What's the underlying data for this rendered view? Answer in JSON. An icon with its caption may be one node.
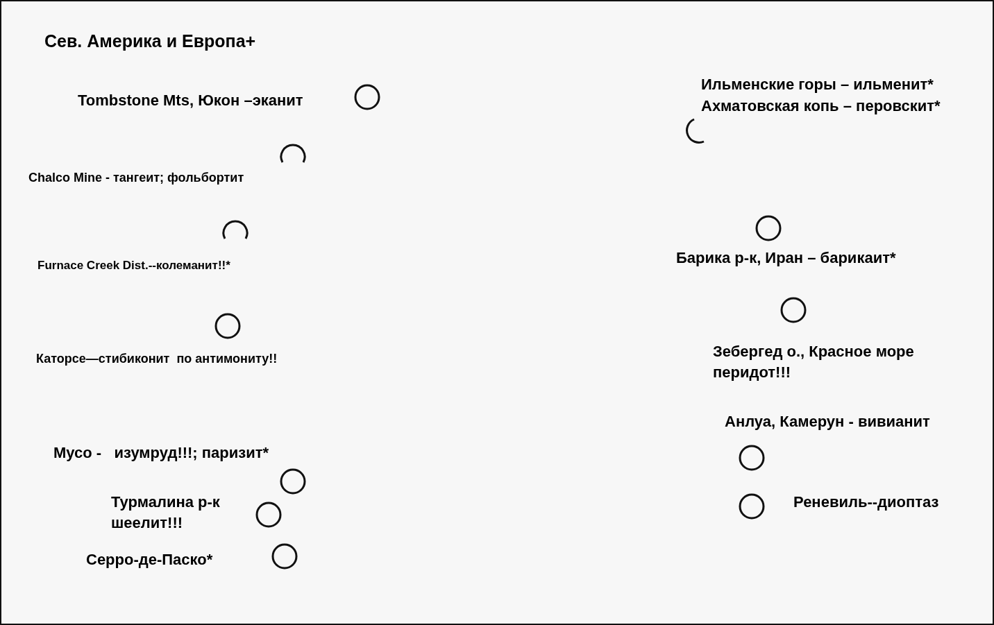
{
  "diagram": {
    "title": "Сев. Америка и Европа+",
    "labels": [
      "Tombstone Mts, Юкон –эканит",
      "Ильменские горы – ильменит*",
      "Ахматовская копь – перовскит*",
      "Chalco Mine - тангеит; фольбортит",
      "Furnace Creek Dist.--колеманит!!*",
      "Барика р-к, Иран – барикаит*",
      "Каторсе—стибиконит  по антимониту!!",
      "Зебергед о., Красное море перидот!!!",
      "Анлуа, Камерун - вивианит",
      "Мусо -   изумруд!!!; паризит*",
      "Турмалина р-к шеелит!!!",
      "Реневиль--диоптаз",
      "Серро-де-Паско*"
    ]
  }
}
